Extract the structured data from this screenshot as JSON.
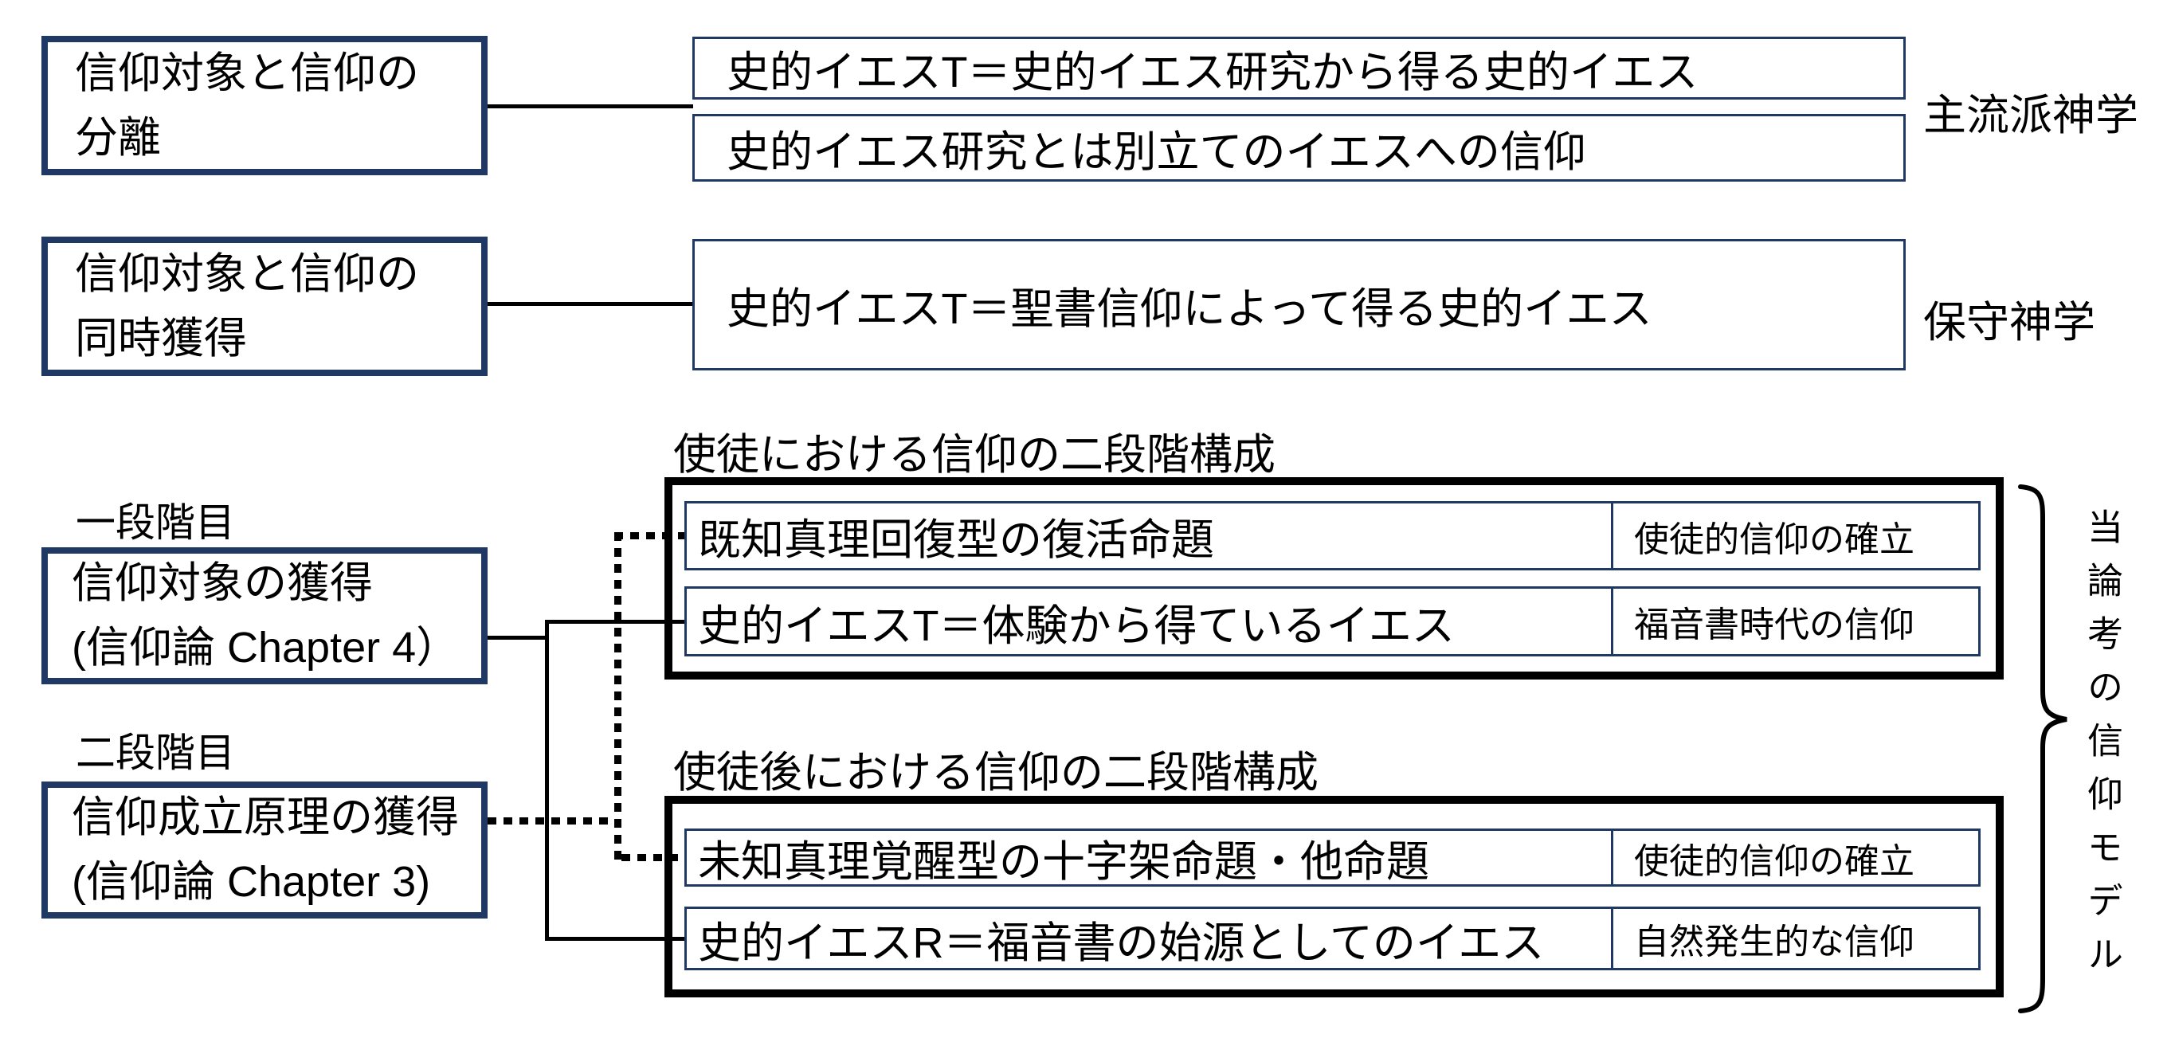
{
  "colors": {
    "navy": "#1f3864",
    "black": "#000000",
    "background": "#ffffff"
  },
  "top": {
    "box_separation": {
      "line1": "信仰対象と信仰の",
      "line2": "分離"
    },
    "box_mainstream_t": "史的イエスT＝史的イエス研究から得る史的イエス",
    "box_mainstream_faith": "史的イエス研究とは別立てのイエスへの信仰",
    "label_mainstream": "主流派神学",
    "box_simultaneous": {
      "line1": "信仰対象と信仰の",
      "line2": "同時獲得"
    },
    "box_conservative_t": "史的イエスT＝聖書信仰によって得る史的イエス",
    "label_conservative": "保守神学"
  },
  "left": {
    "stage1_label": "一段階目",
    "stage1_box": {
      "line1": "信仰対象の獲得",
      "line2": "(信仰論 Chapter 4）"
    },
    "stage2_label": "二段階目",
    "stage2_box": {
      "line1": "信仰成立原理の獲得",
      "line2": "(信仰論 Chapter 3)"
    }
  },
  "apostolic": {
    "heading": "使徒における信仰の二段階構成",
    "row1": {
      "main": "既知真理回復型の復活命題",
      "side": "使徒的信仰の確立"
    },
    "row2": {
      "main": "史的イエスT＝体験から得ているイエス",
      "side": "福音書時代の信仰"
    }
  },
  "post_apostolic": {
    "heading": "使徒後における信仰の二段階構成",
    "row1": {
      "main": "未知真理覚醒型の十字架命題・他命題",
      "side": "使徒的信仰の確立"
    },
    "row2": {
      "main": "史的イエスR＝福音書の始源としてのイエス",
      "side": "自然発生的な信仰"
    }
  },
  "annotation": {
    "brace_label": "当論考の信仰モデル"
  }
}
